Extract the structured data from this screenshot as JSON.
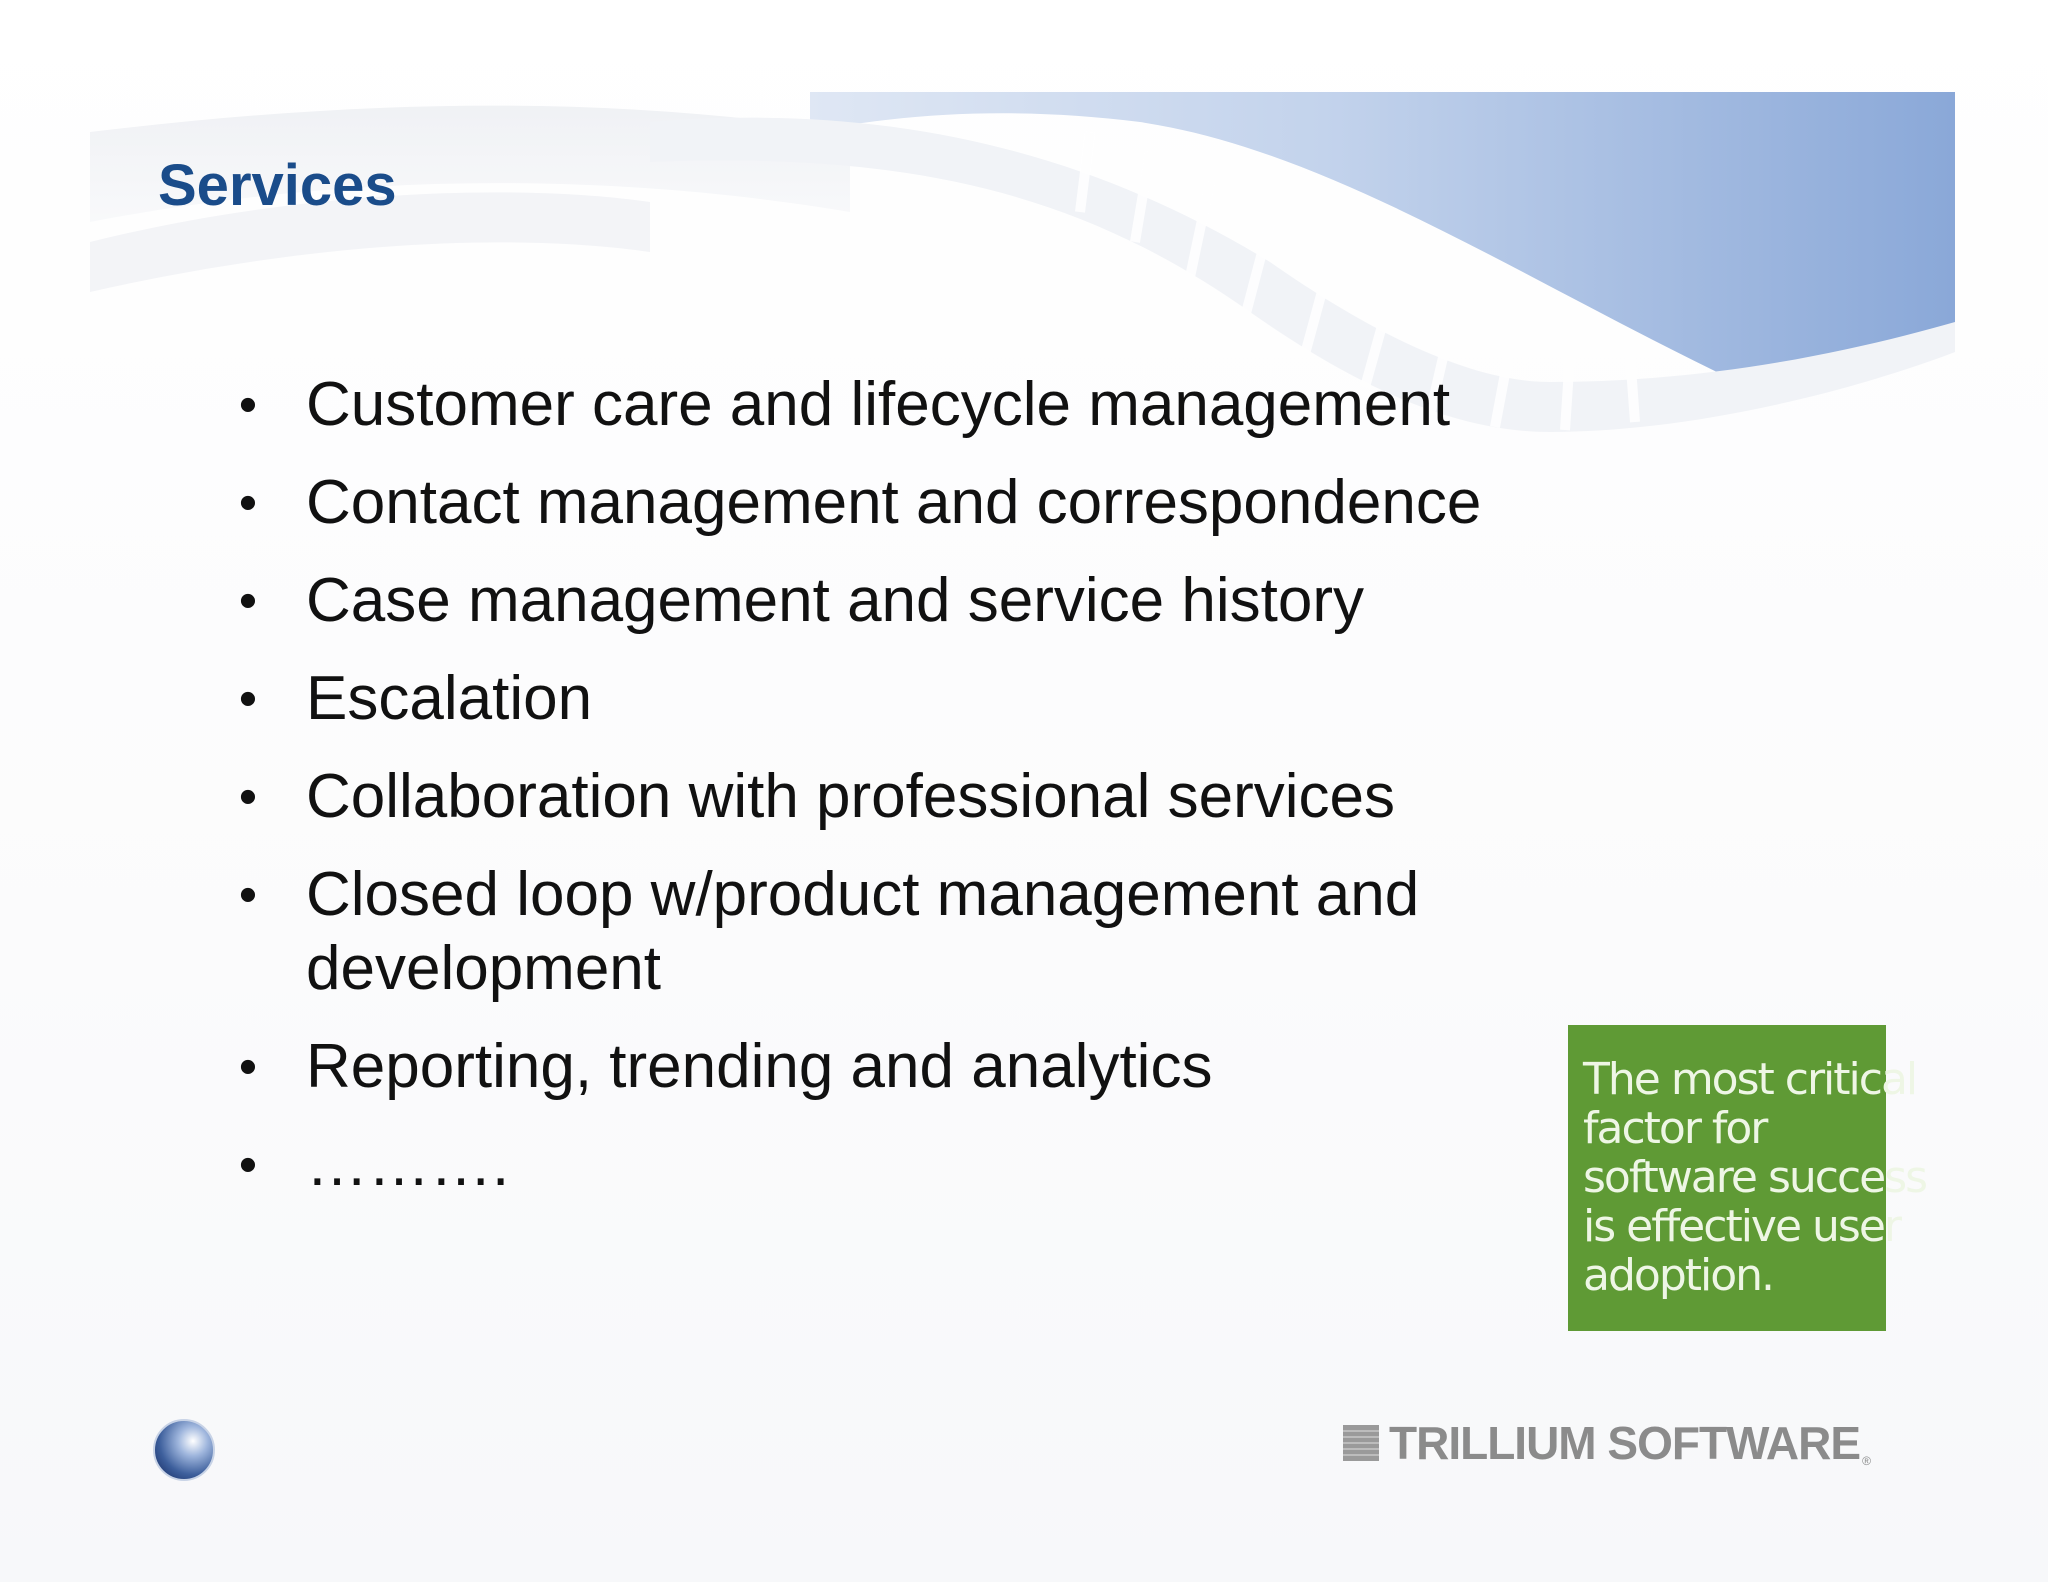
{
  "slide": {
    "title": "Services",
    "bullet_glyph": "•",
    "bullets": [
      "Customer care and lifecycle management",
      "Contact management and correspondence",
      "Case management and service history",
      "Escalation",
      "Collaboration with professional services",
      "Closed loop w/product management and development",
      "Reporting, trending and analytics",
      "………."
    ]
  },
  "callout": {
    "lines": [
      "The most critical",
      "factor for",
      "software success",
      "is effective user",
      "adoption."
    ],
    "background_color": "#5f9a35"
  },
  "logo": {
    "text": "TRILLIUM SOFTWARE",
    "registered": "®",
    "icon": "trillium-mark-icon"
  },
  "decorations": {
    "orb_icon": "blue-orb-icon",
    "title_color": "#1a4c8a",
    "accent_color": "#8aa8d8"
  }
}
